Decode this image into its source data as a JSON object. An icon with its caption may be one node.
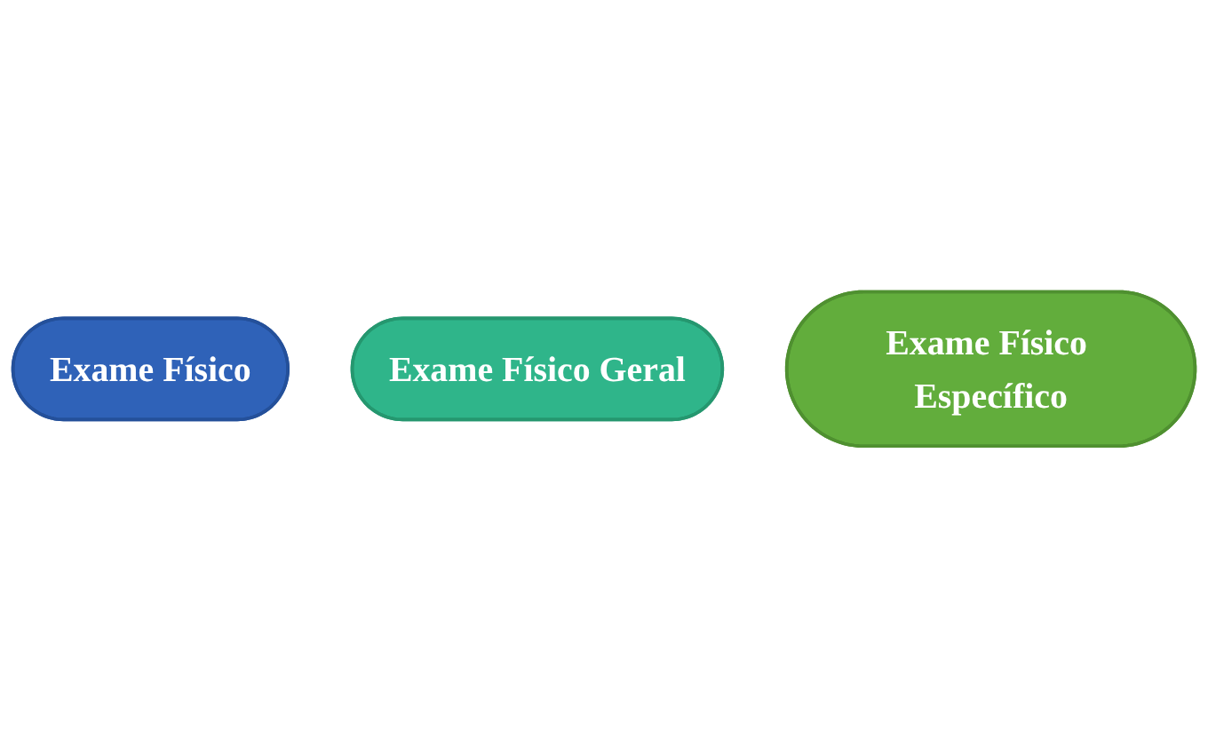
{
  "diagram": {
    "nodes": [
      {
        "text": [
          "Exame Físico"
        ]
      },
      {
        "text": [
          "Exame Físico Geral"
        ]
      },
      {
        "text": [
          "Exame Físico Específico"
        ]
      }
    ],
    "edges": []
  }
}
